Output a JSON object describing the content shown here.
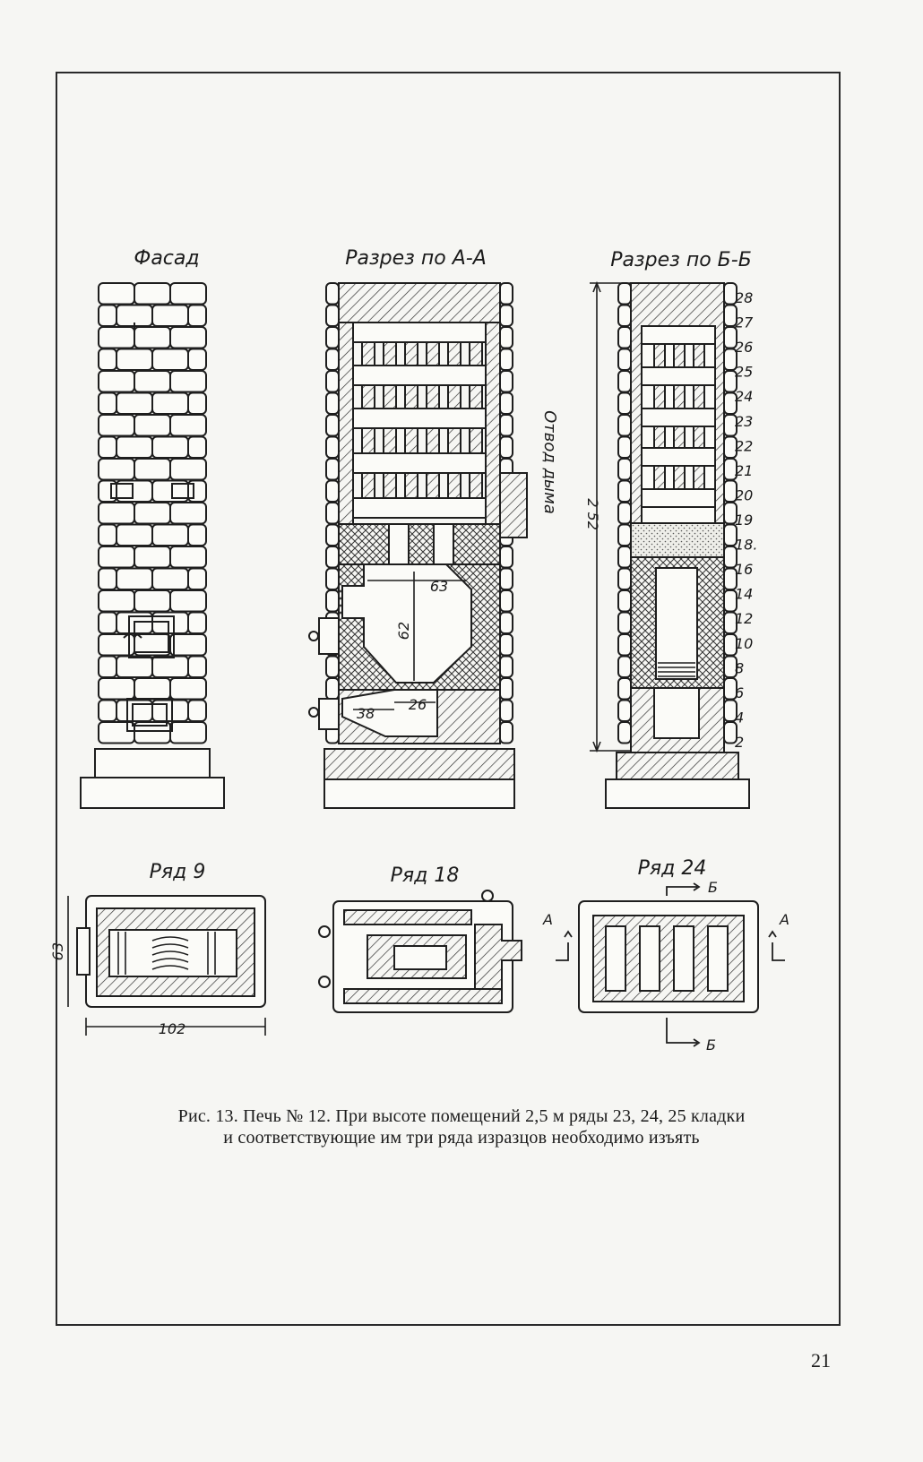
{
  "views": {
    "facade": "Фасад",
    "section_aa": "Разрез по А-А",
    "section_bb": "Разрез по Б-Б",
    "row9": "Ряд 9",
    "row18": "Ряд 18",
    "row24": "Ряд 24"
  },
  "dimensions": {
    "width_63": "63",
    "height_62": "62",
    "d38": "38",
    "d26": "26",
    "total_252": "2 52",
    "plan_63": "63",
    "plan_102": "102"
  },
  "annotations": {
    "smoke_outlet": "Отвод дыма",
    "marker_a": "А",
    "marker_b": "Б"
  },
  "row_numbers": [
    "28",
    "27",
    "26",
    "25",
    "24",
    "23",
    "22",
    "21",
    "20",
    "19",
    "18.",
    "16",
    "14",
    "12",
    "10",
    "8",
    "6",
    "4",
    "2"
  ],
  "caption": {
    "line1": "Рис. 13. Печь № 12. При высоте помещений 2,5 м ряды 23, 24, 25 кладки",
    "line2": "и соответствующие им три ряда изразцов необходимо изъять"
  },
  "page_number": "21"
}
